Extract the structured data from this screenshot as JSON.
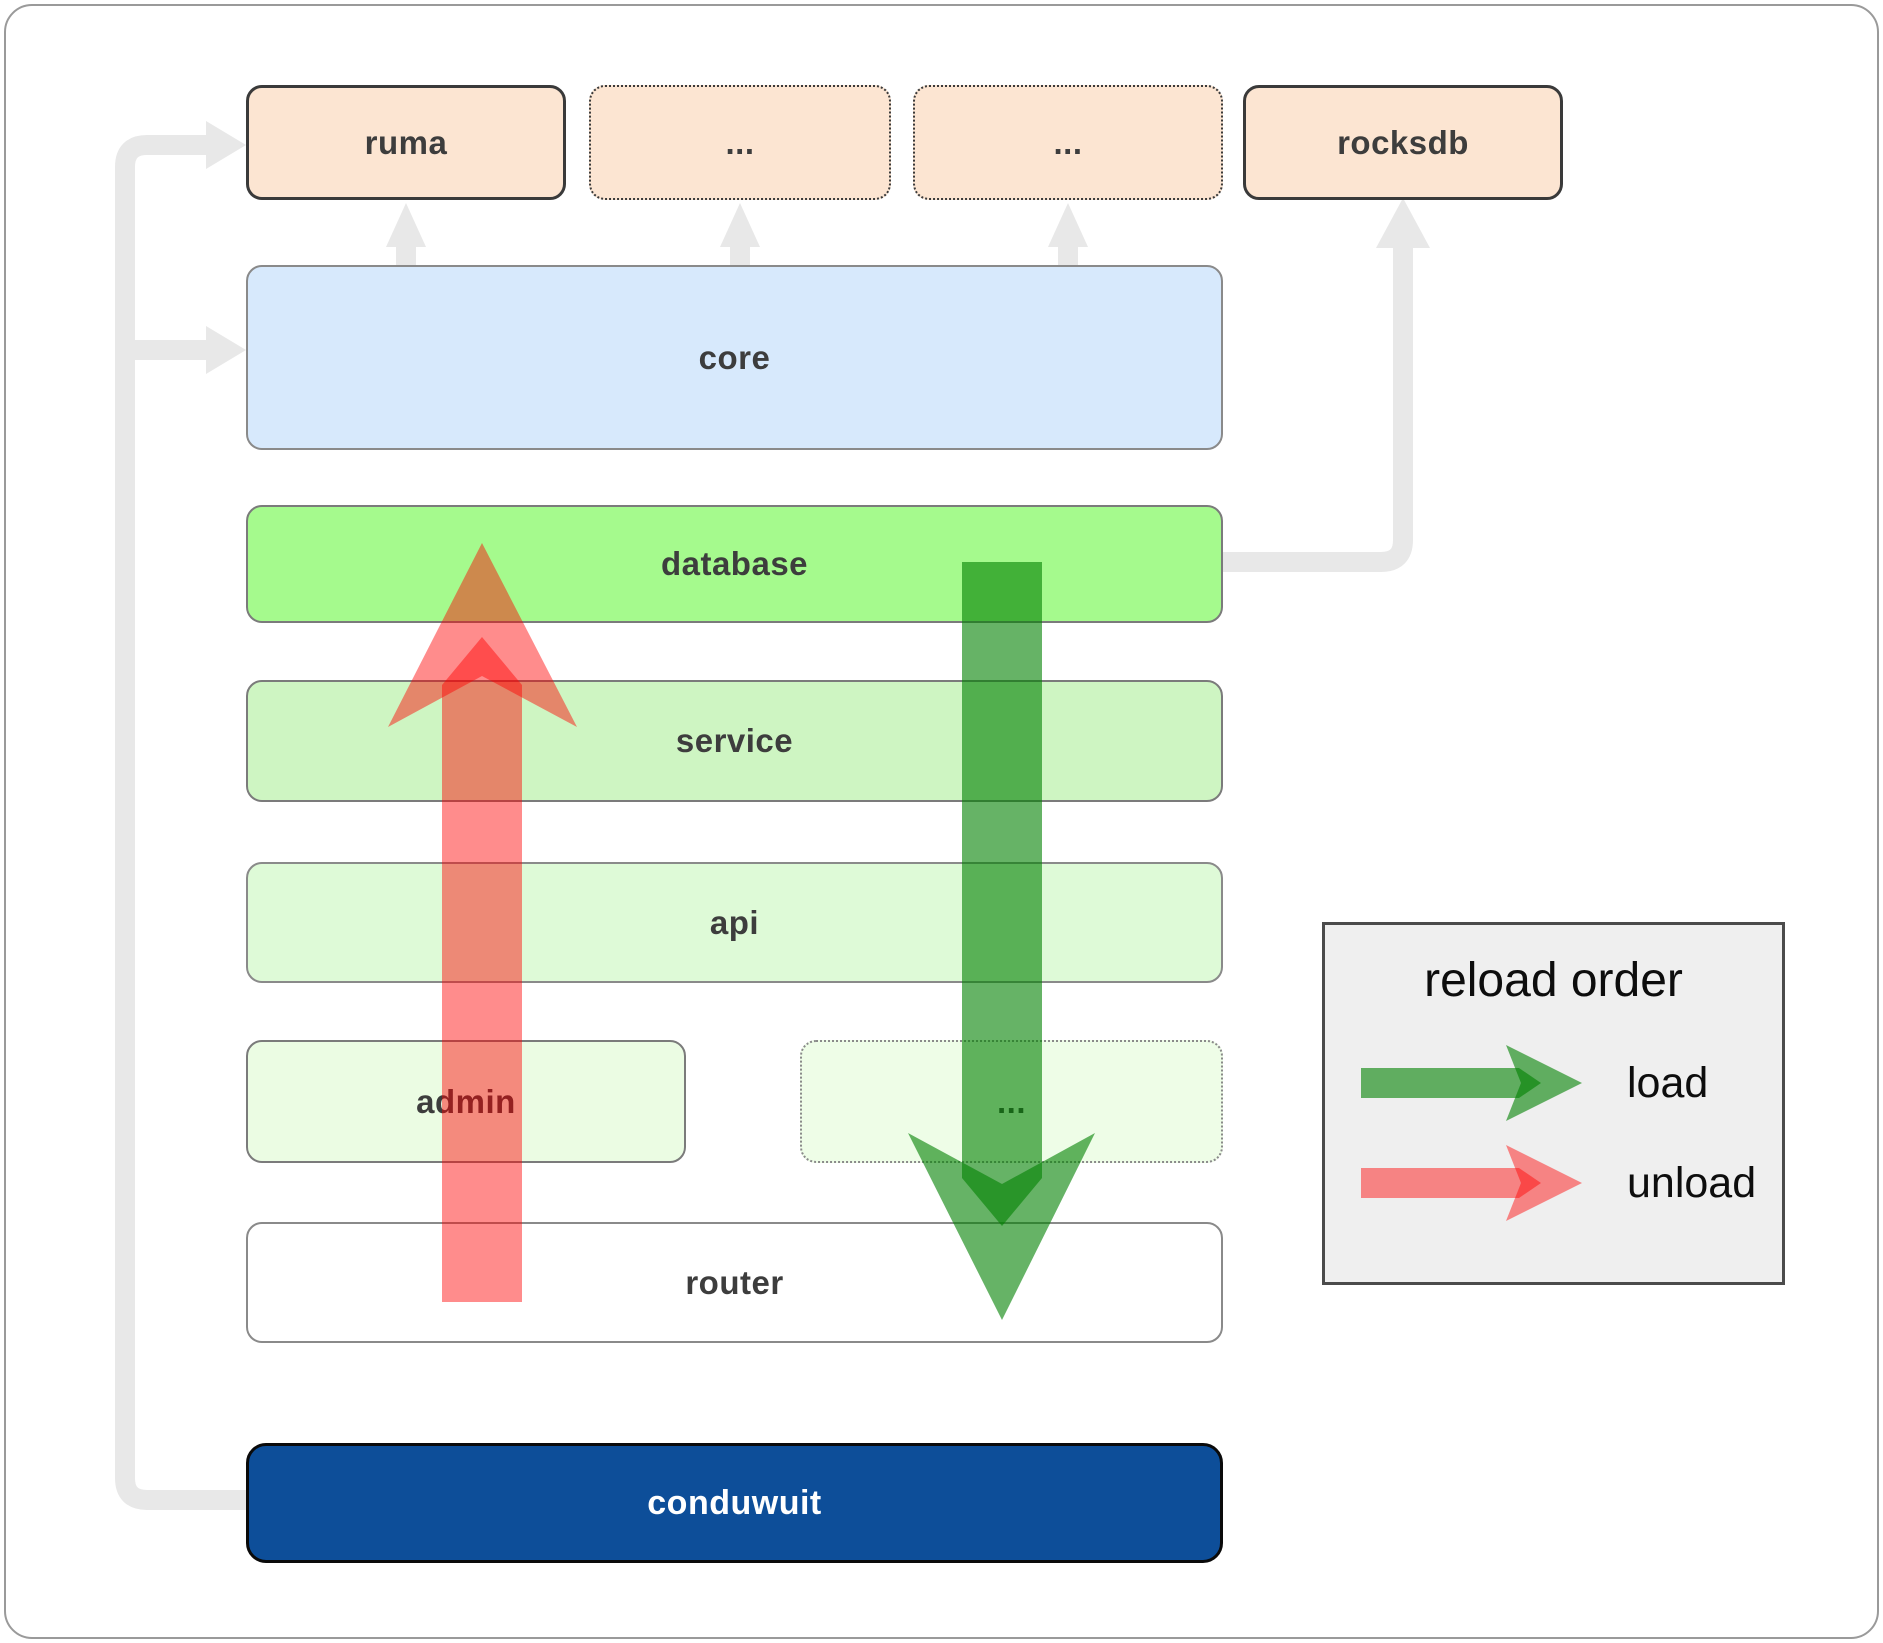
{
  "diagram": {
    "nodes": {
      "ruma": "ruma",
      "dots_top_1": "...",
      "dots_top_2": "...",
      "rocksdb": "rocksdb",
      "core": "core",
      "database": "database",
      "service": "service",
      "api": "api",
      "admin": "admin",
      "dots_mid": "...",
      "router": "router",
      "conduwuit": "conduwuit"
    },
    "legend": {
      "title": "reload order",
      "load_label": "load",
      "unload_label": "unload"
    },
    "colors": {
      "peach_node": "#fce5d2",
      "core_node": "#d7e9fc",
      "database_node": "#a5fa8d",
      "service_node": "#cef5c2",
      "api_node": "#defad7",
      "admin_node": "#ebfce3",
      "router_node": "#ffffff",
      "conduwuit_node": "#0d4e99",
      "load_arrow_green": "#008000",
      "unload_arrow_red": "#ff0000",
      "connector_gray": "#e8e8e8",
      "legend_bg": "#efefef"
    }
  }
}
